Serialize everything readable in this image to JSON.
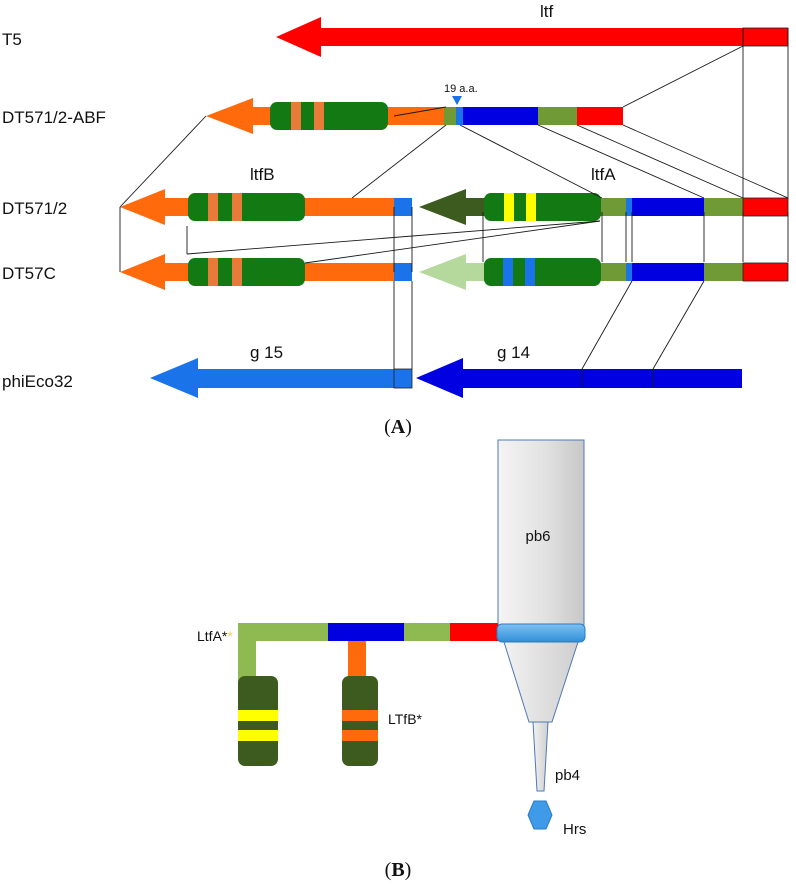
{
  "panel_a": {
    "caption_open": "(",
    "caption_letter": "A",
    "caption_close": ")",
    "rows": {
      "t5": "T5",
      "abf": "DT571/2-ABF",
      "dt571": "DT571/2",
      "dt57c": "DT57C",
      "phieco": "phiEco32"
    },
    "gene_labels": {
      "ltf": "ltf",
      "ltfB": "ltfB",
      "ltfA": "ltfA",
      "g15": "g 15",
      "g14": "g 14"
    },
    "insertion_label": "19 a.a."
  },
  "panel_b": {
    "caption_open": "(",
    "caption_letter": "B",
    "caption_close": ")",
    "labels": {
      "ltfA": "LtfA*",
      "ltfA_star": "*",
      "ltfB": "LTfB*",
      "pb6": "pb6",
      "pb4": "pb4",
      "hrs": "Hrs"
    }
  },
  "colors": {
    "red": "#ff0000",
    "orange": "#ff6a0d",
    "dark_green": "#137a13",
    "olive_green": "#6f9a35",
    "light_green": "#8fba52",
    "blue": "#0000e0",
    "light_blue": "#1a73e8",
    "yellow": "#ffff00",
    "very_dark_green": "#3d5b1e",
    "pale_green": "#b5d99c",
    "shaft_grey": "#d5d5d5"
  }
}
